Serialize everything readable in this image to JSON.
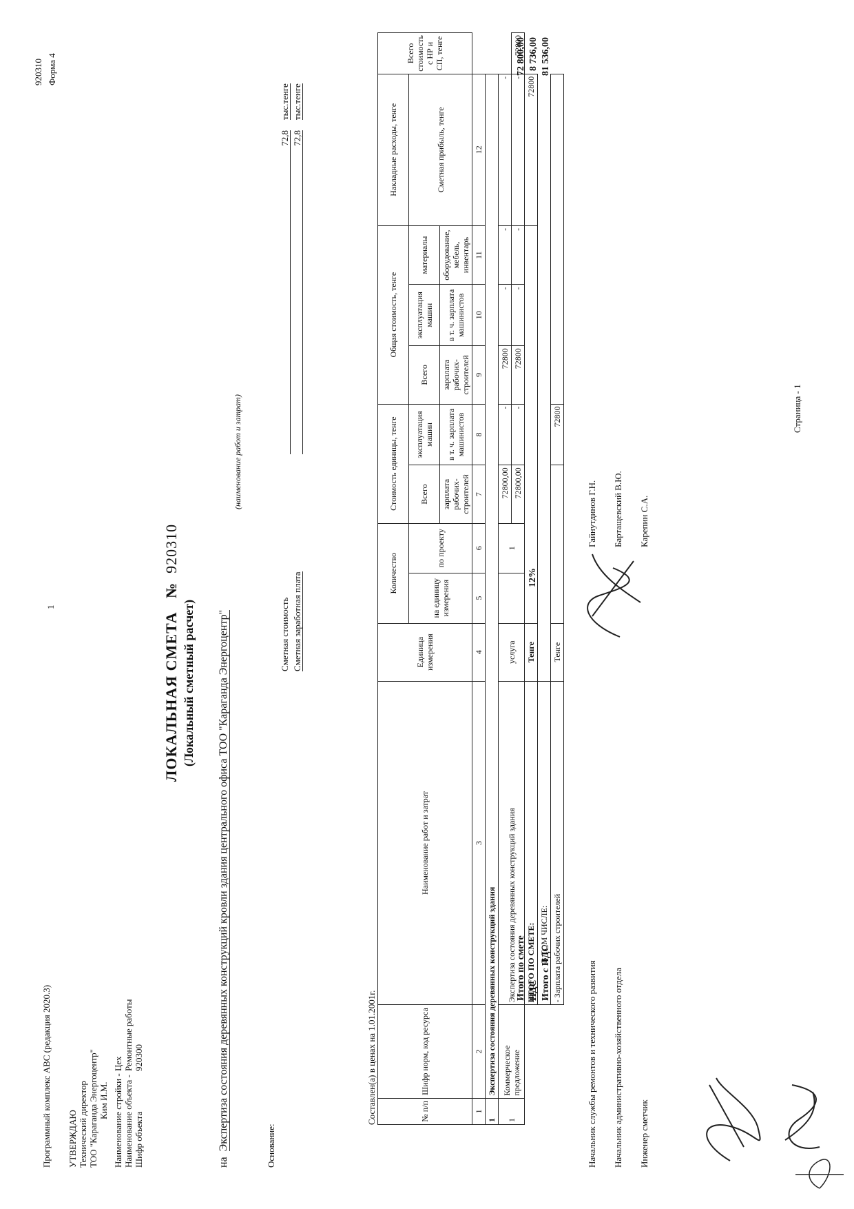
{
  "header": {
    "software": "Программный комплекс ABC (редакция 2020.3)",
    "page_num": "1",
    "code": "920310",
    "form": "Форма 4"
  },
  "approve": {
    "title": "УТВЕРЖДАЮ",
    "position": "Технический директор",
    "org": "ТОО \"Караганда Энергоцентр\"",
    "name": "Ким И.М."
  },
  "object_info": [
    {
      "label": "Наименование стройки -",
      "value": "Цех"
    },
    {
      "label": "Наименование объекта -",
      "value": "Ремонтные работы"
    },
    {
      "label": "Шифр объекта",
      "value": "920300"
    }
  ],
  "doc": {
    "title": "ЛОКАЛЬНАЯ СМЕТА",
    "number_label": "№",
    "number": "920310",
    "subtitle": "(Локальный сметный расчет)",
    "on": "на",
    "work_name": "Экспертиза состояния деревянных конструкций кровли здания центрального офиса ТОО \"Караганда Энергоцентр\"",
    "work_hint": "(наименование работ и затрат)"
  },
  "basis_label": "Основание:",
  "cost": {
    "estimated_label": "Сметная стоимость",
    "estimated_value": "72,8",
    "estimated_unit": "тыс.тенге",
    "salary_label": "Сметная заработная плата",
    "salary_value": "72,8",
    "salary_unit": "тыс.тенге"
  },
  "prices_date": "Составлен(а) в ценах на 1.01.2001г.",
  "table": {
    "h_num": "№ п/п",
    "h_code": "Шифр норм, код ресурса",
    "h_name": "Наименование работ и затрат",
    "h_unit": "Единица измерения",
    "h_qty": "Количество",
    "h_qty_unit": "на единицу измерения",
    "h_qty_proj": "по проекту",
    "h_unit_cost": "Стоимость единицы, тенге",
    "h_total_cost": "Общая стоимость, тенге",
    "h_all": "Всего",
    "h_machines": "эксплуатация машин",
    "h_materials": "материалы",
    "h_salary_workers": "зарплата рабочих-строителей",
    "h_salary_machinists": "в т. ч. зарплата машинистов",
    "h_equipment": "оборудование, мебель, инвентарь",
    "h_overhead": "Накладные расходы, тенге",
    "h_profit": "Сметная прибыль, тенге",
    "h_grand": "Всего стоимость с НР и СП, тенге",
    "col_nums": [
      "1",
      "2",
      "3",
      "4",
      "5",
      "6",
      "7",
      "8",
      "9",
      "10",
      "11",
      "12"
    ],
    "section": {
      "num": "1",
      "title": "Экспертиза состояния деревянных конструкций здания"
    },
    "row": {
      "num": "1",
      "code": "Коммерческое предложение",
      "name": "Экспертиза состояния деревянных конструкций здания",
      "unit": "услуга",
      "qty_proj": "1",
      "unit_all": "72800,00",
      "unit_salary": "72800,00",
      "unit_mach": "-",
      "unit_mach_sal": "-",
      "total_all": "72800",
      "total_salary": "72800",
      "total_mach": "-",
      "total_mach_sal": "-",
      "materials": "-",
      "equipment": "-",
      "overhead": "-",
      "profit": "-",
      "grand": "72800"
    },
    "total_label": "ИТОГО ПО СМЕТЕ:",
    "total_unit": "Тенге",
    "total_grand": "72800",
    "including_label": "В ТОМ ЧИСЛЕ:",
    "salary_row_label": "- Зарплата рабочих строителей",
    "salary_row_unit": "Тенге",
    "salary_row_value": "72800"
  },
  "summary": {
    "total_label": "Итого по смете",
    "total_value": "72 800,00",
    "vat_label": "НДС",
    "vat_pct": "12%",
    "vat_value": "8 736,00",
    "with_vat_label": "Итого с НДС",
    "with_vat_value": "81 536,00"
  },
  "signatures": [
    {
      "role": "Начальник службы ремонтов и технического развития",
      "name": "Гайнутдинов Г.Н."
    },
    {
      "role": "Начальник административно-хозяйственного отдела",
      "name": "Бартащевский В.Ю."
    },
    {
      "role": "Инженер сметчик",
      "name": "Карепин С.А."
    }
  ],
  "footer": {
    "page": "Страница - 1"
  }
}
